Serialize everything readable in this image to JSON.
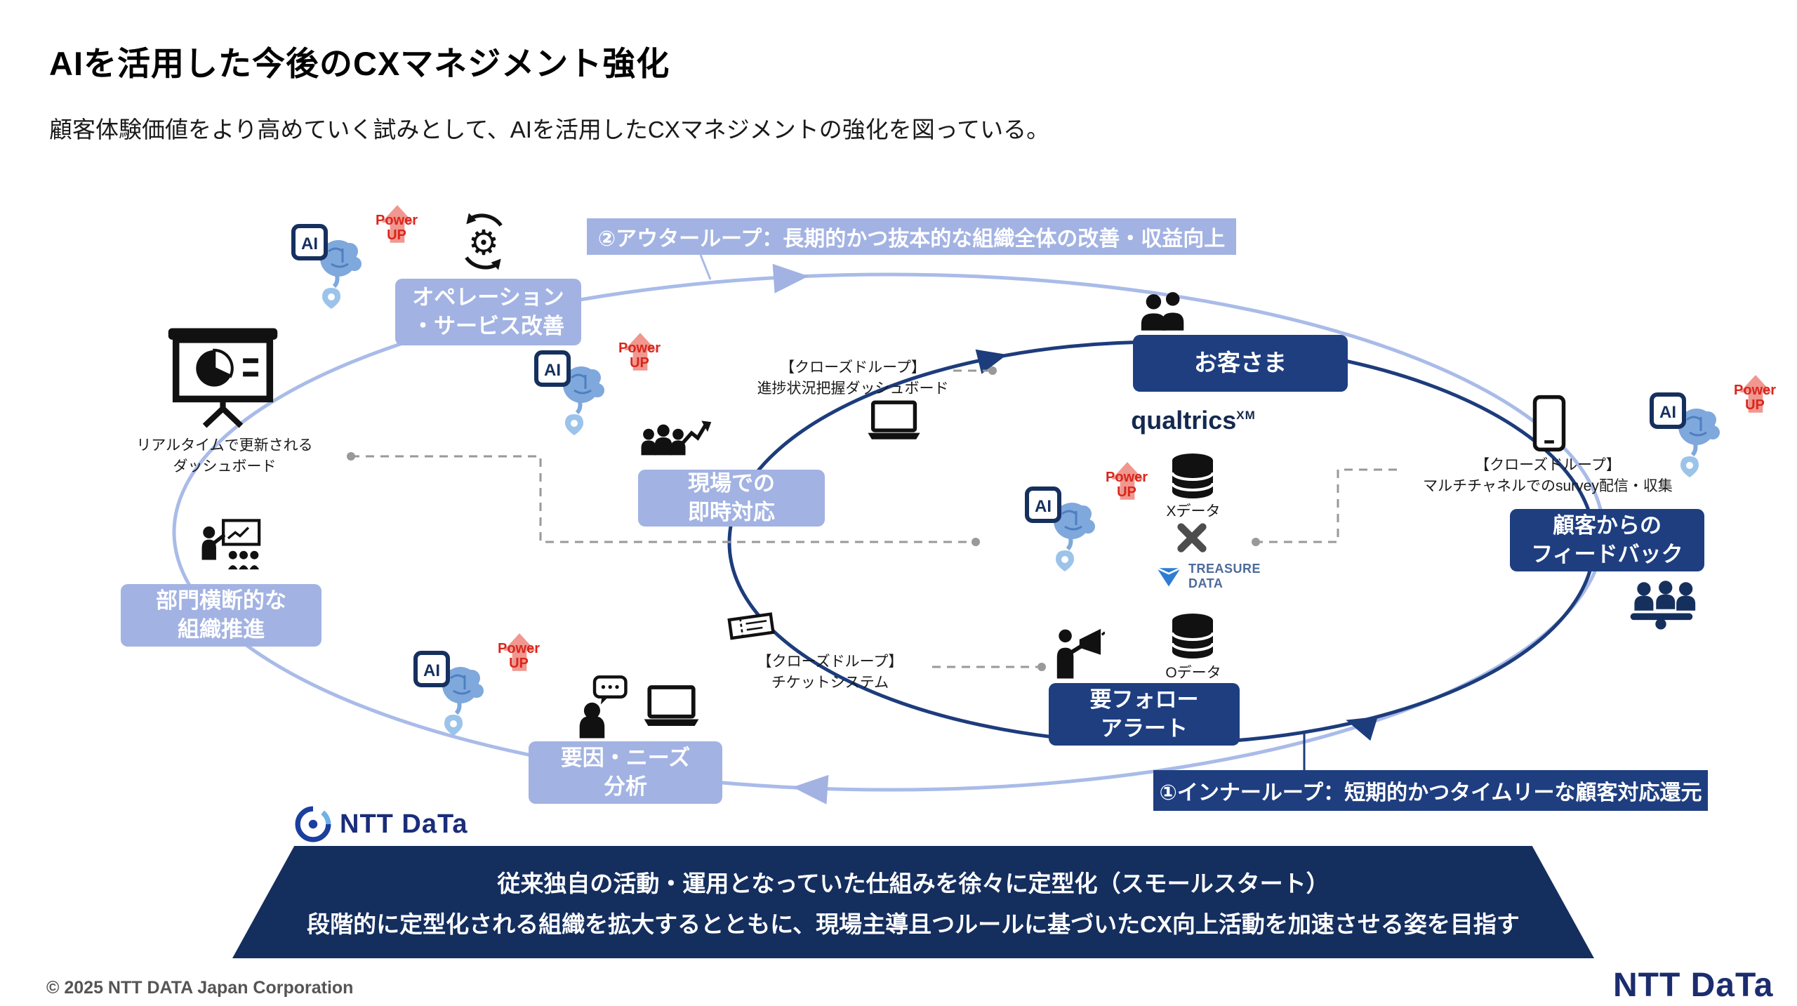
{
  "header": {
    "title": "AIを活用した今後のCXマネジメント強化",
    "subtitle": "顧客体験価値をより高めていく試みとして、AIを活用したCXマネジメントの強化を図っている。"
  },
  "loops": {
    "outer": "②アウターループ：長期的かつ抜本的な組織全体の改善・収益向上",
    "inner": "①インナーループ：短期的かつタイムリーな顧客対応還元"
  },
  "boxes": {
    "operation": "オペレーション\n・サービス改善",
    "onsite": "現場での\n即時対応",
    "cross_org": "部門横断的な\n組織推進",
    "analysis": "要因・ニーズ\n分析",
    "customer": "お客さま",
    "feedback": "顧客からの\nフィードバック",
    "follow_alert": "要フォロー\nアラート"
  },
  "labels": {
    "realtime_dashboard": "リアルタイムで更新される\nダッシュボード",
    "closed_loop_progress": "【クローズドループ】\n進捗状況把握ダッシュボード",
    "closed_loop_ticket": "【クローズドループ】\nチケットシステム",
    "closed_loop_survey": "【クローズドループ】\nマルチチャネルでのsurvey配信・収集",
    "x_data": "Xデータ",
    "o_data": "Oデータ",
    "power_up": "Power\nUP"
  },
  "brands": {
    "qualtrics": "qualtrics",
    "qualtrics_sup": "XM",
    "treasure_data": "TREASURE\nDATA",
    "ntt_data": "NTT DaTa"
  },
  "banner": {
    "line1": "従来独自の活動・運用となっていた仕組みを徐々に定型化（スモールスタート）",
    "line2": "段階的に定型化される組織を拡大するとともに、現場主導且つルールに基づいたCX向上活動を加速させる姿を目指す"
  },
  "footer": {
    "copyright": "© 2025 NTT DATA Japan Corporation"
  },
  "colors": {
    "light_box": "#a2b2e2",
    "dark_box": "#1e3e80",
    "banner_navy": "#142e5e",
    "outer_loop": "#a9bbe8",
    "inner_loop": "#1d3c7c",
    "power_red": "#d9261c"
  }
}
